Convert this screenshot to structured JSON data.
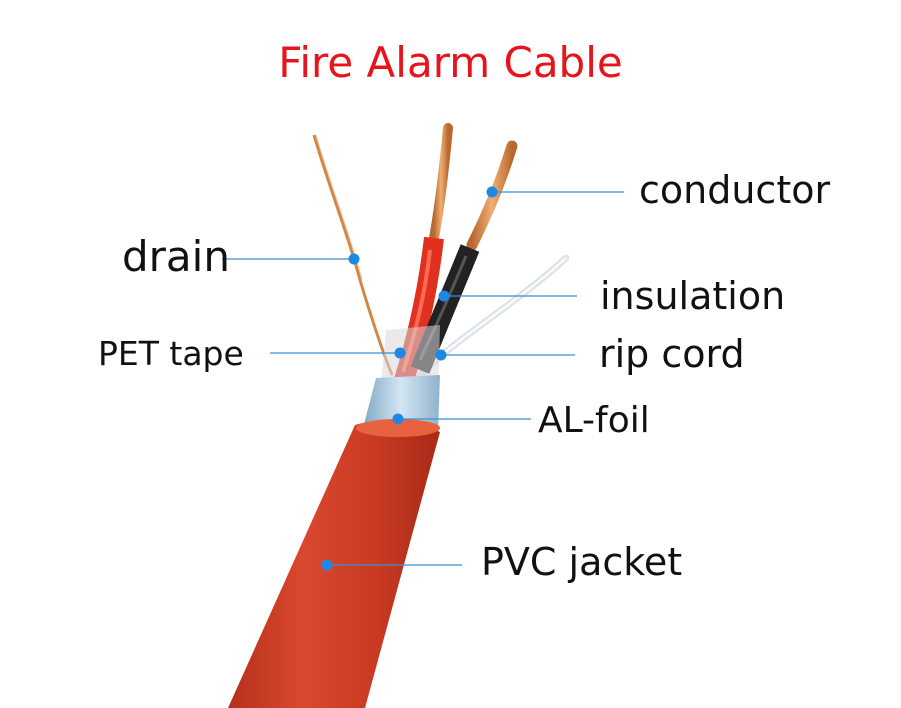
{
  "title": "Fire Alarm Cable",
  "colors": {
    "title": "#e8141b",
    "jacket": "#cc3a24",
    "leader": "#3b8fd6",
    "dot": "#1e88e5",
    "copper": "#d6894e",
    "insulation_red": "#e0311f",
    "insulation_black": "#222222",
    "foil": "#a9c6dc"
  },
  "labels": {
    "conductor": "conductor",
    "drain": "drain",
    "insulation": "insulation",
    "pet_tape": "PET tape",
    "rip_cord": "rip cord",
    "al_foil": "AL-foil",
    "pvc_jacket": "PVC jacket"
  }
}
